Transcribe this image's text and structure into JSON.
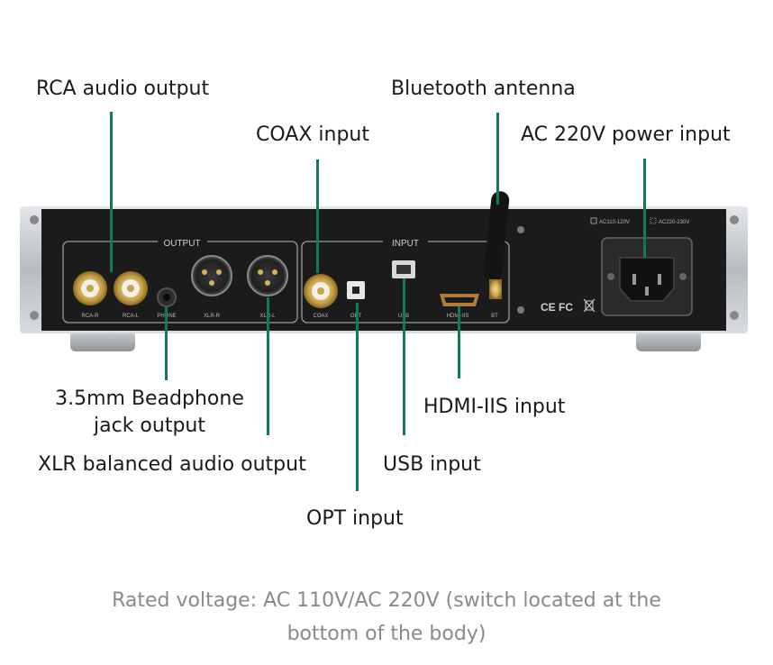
{
  "callouts": {
    "rca": "RCA audio output",
    "bluetooth": "Bluetooth antenna",
    "coax": "COAX input",
    "ac_power": "AC 220V power input",
    "headphone_line1": "3.5mm Beadphone",
    "headphone_line2": "jack output",
    "hdmi": "HDMI-IIS input",
    "xlr": "XLR balanced audio output",
    "usb": "USB input",
    "opt": "OPT input"
  },
  "device": {
    "output_label": "OUTPUT",
    "input_label": "INPUT",
    "port_labels": {
      "rca_r": "RCA-R",
      "rca_l": "RCA-L",
      "phone": "PHONE",
      "xlr_r": "XLR-R",
      "xlr_l": "XLR-L",
      "coax": "COAX",
      "opt": "OPT",
      "usb": "USB",
      "hdmi": "HDMI-IIS",
      "bt": "BT"
    },
    "voltage_110": "AC110-120V",
    "voltage_220": "AC220-230V",
    "cert_marks": "CE FC"
  },
  "footnote": {
    "line1": "Rated voltage: AC 110V/AC 220V (switch located at the",
    "line2": "bottom of the body)"
  },
  "colors": {
    "leader": "#0f7a5e",
    "chassis": "#1b1b1b",
    "frame": "#c9cdd1",
    "gold": "#c9a24a"
  }
}
